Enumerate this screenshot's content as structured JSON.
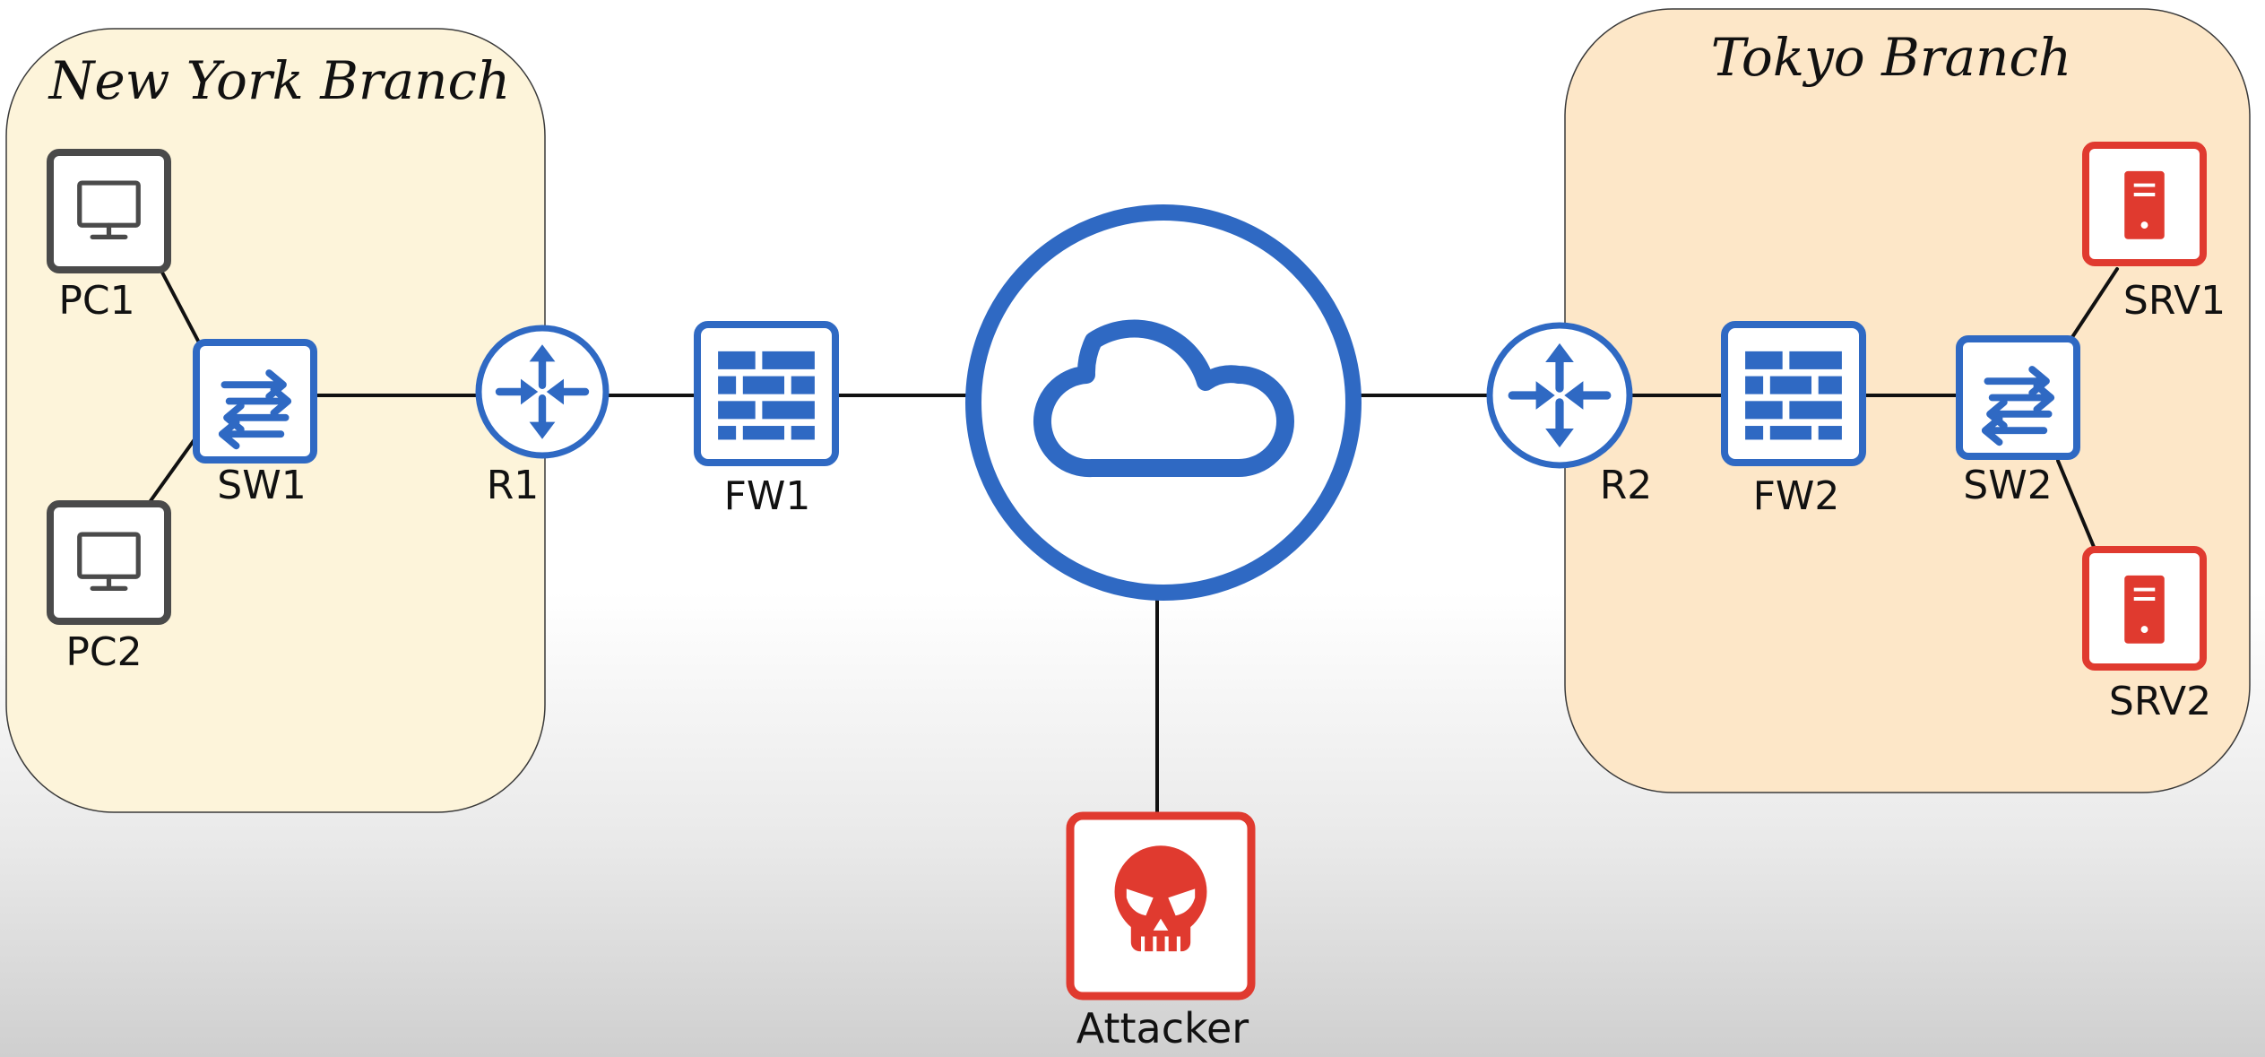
{
  "branches": {
    "new_york": {
      "title": "New York Branch",
      "fill": "#fdf4da"
    },
    "tokyo": {
      "title": "Tokyo Branch",
      "fill": "#fde7c8"
    }
  },
  "devices": {
    "pc1": {
      "label": "PC1",
      "icon": "monitor-icon"
    },
    "pc2": {
      "label": "PC2",
      "icon": "monitor-icon"
    },
    "sw1": {
      "label": "SW1",
      "icon": "switch-arrows-icon"
    },
    "r1": {
      "label": "R1",
      "icon": "router-arrows-icon"
    },
    "fw1": {
      "label": "FW1",
      "icon": "firewall-brick-icon"
    },
    "internet": {
      "icon": "cloud-icon"
    },
    "attacker": {
      "label": "Attacker",
      "icon": "skull-icon"
    },
    "r2": {
      "label": "R2",
      "icon": "router-arrows-icon"
    },
    "fw2": {
      "label": "FW2",
      "icon": "firewall-brick-icon"
    },
    "sw2": {
      "label": "SW2",
      "icon": "switch-arrows-icon"
    },
    "srv1": {
      "label": "SRV1",
      "icon": "server-icon"
    },
    "srv2": {
      "label": "SRV2",
      "icon": "server-icon"
    }
  },
  "colors": {
    "network_blue": "#2f69c3",
    "threat_red": "#e03a2f",
    "endpoint_gray": "#4a4a4a"
  }
}
